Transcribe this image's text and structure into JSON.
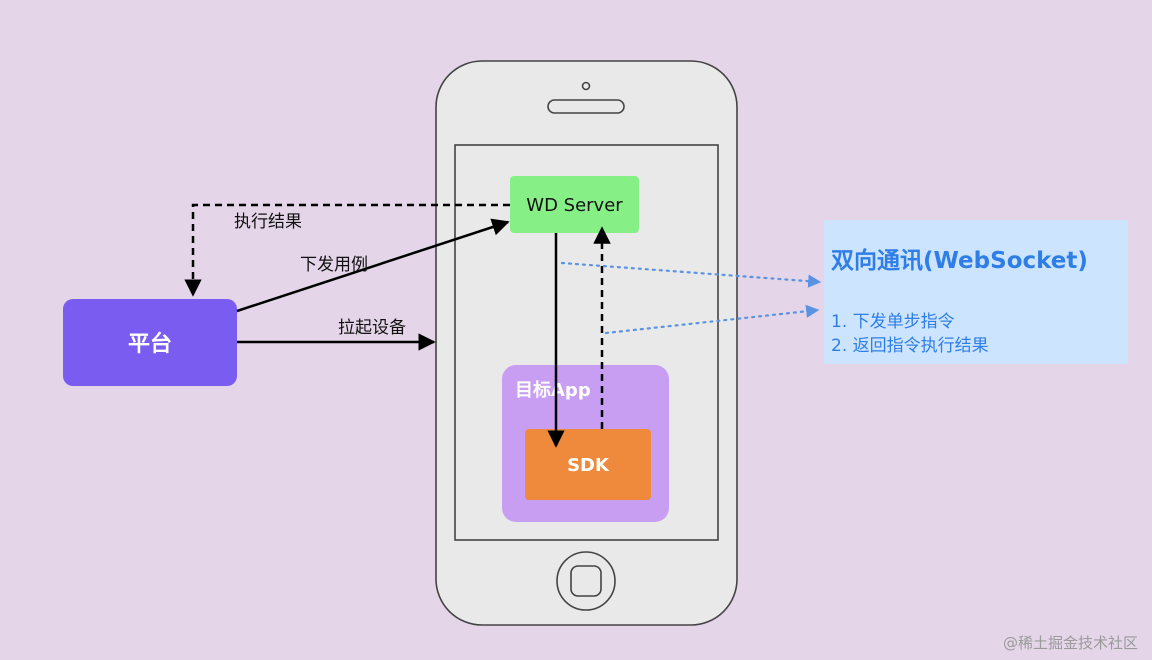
{
  "platform": {
    "label": "平台"
  },
  "server": {
    "label": "WD Server"
  },
  "app": {
    "label": "目标App"
  },
  "sdk": {
    "label": "SDK"
  },
  "arrows": {
    "result_label": "执行结果",
    "dispatch_label": "下发用例",
    "launch_label": "拉起设备"
  },
  "websocket": {
    "title": "双向通讯(WebSocket)",
    "items": [
      "1. 下发单步指令",
      "2. 返回指令执行结果"
    ]
  },
  "watermark": "@稀土掘金技术社区",
  "colors": {
    "background": "#e4d5e9",
    "platform": "#7a5cf0",
    "server": "#86ef86",
    "app": "#c79ef2",
    "sdk": "#ef8a3c",
    "websocket_panel": "#cce4fd",
    "websocket_text": "#2f7ee8"
  }
}
